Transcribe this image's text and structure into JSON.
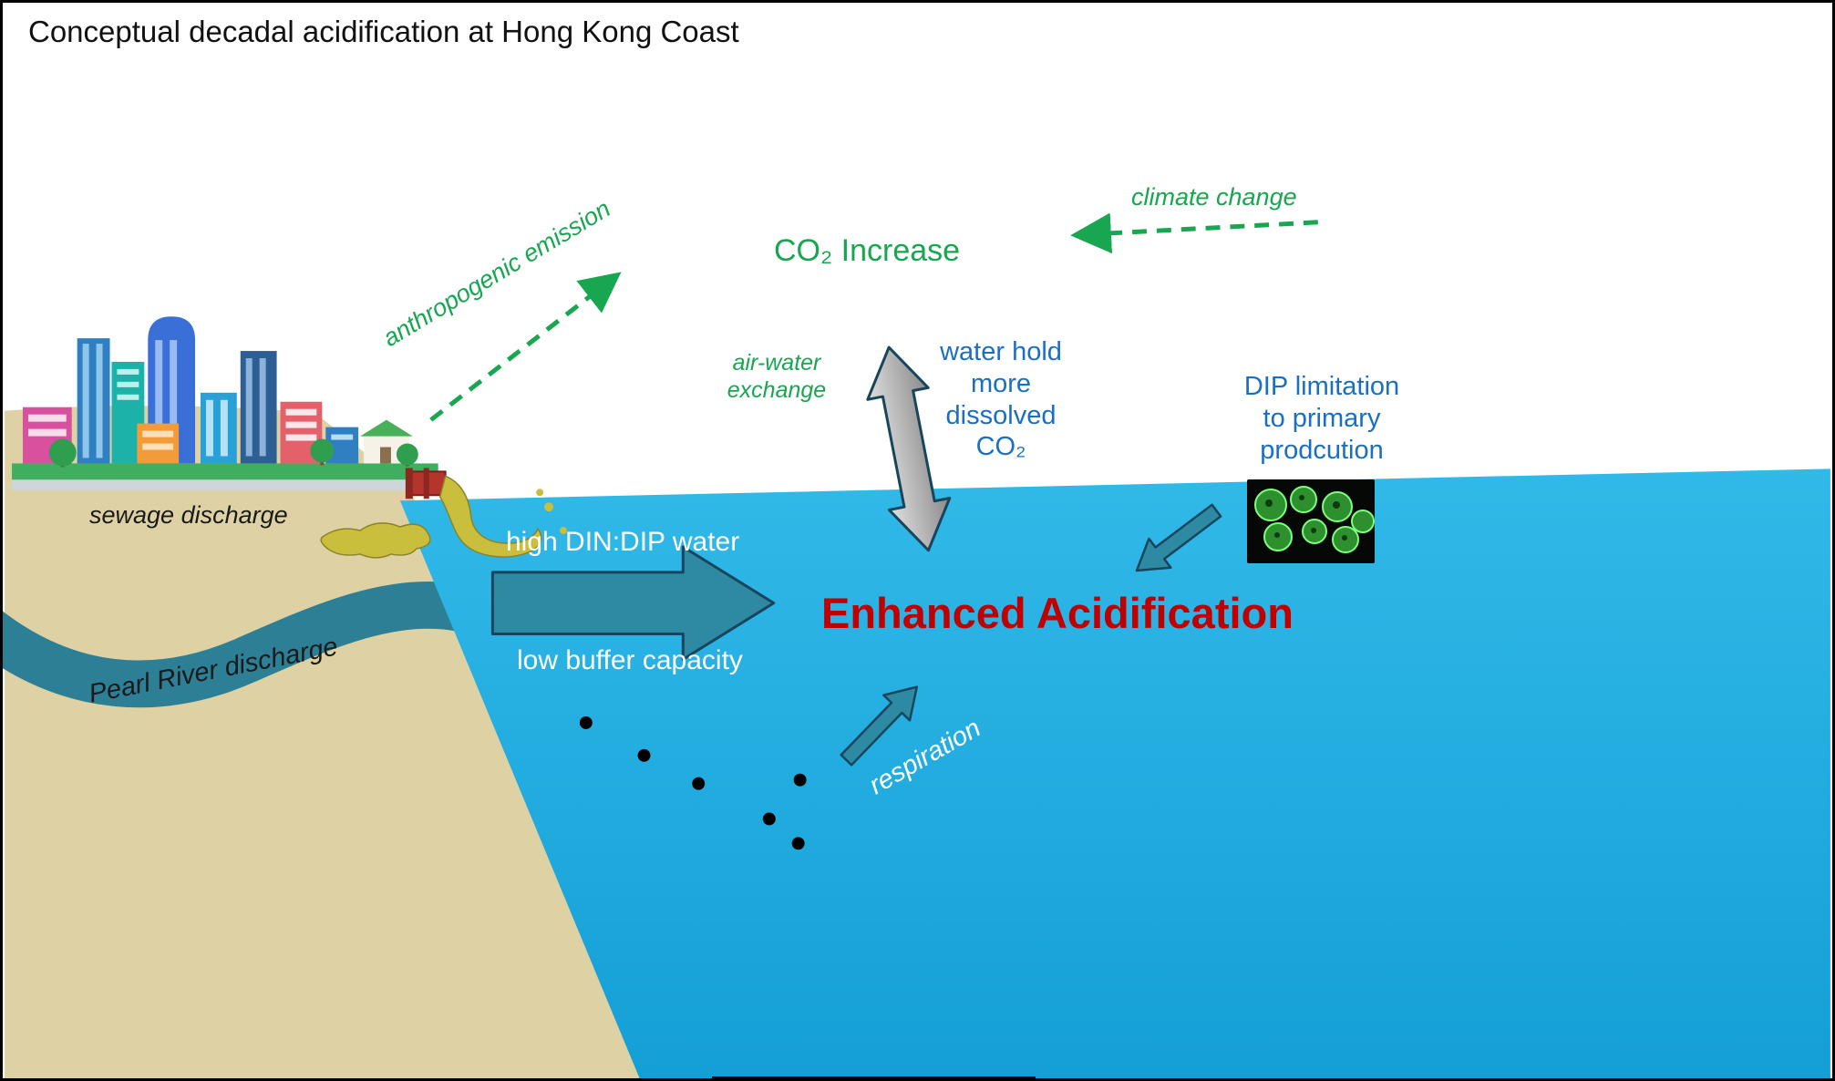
{
  "figure": {
    "title": "Conceptual decadal acidification at Hong Kong Coast"
  },
  "atmosphere": {
    "anthropogenic_emission": "anthropogenic emission",
    "climate_change": "climate change",
    "co2_increase": "CO₂ Increase",
    "air_water_exchange": [
      "air-water",
      "exchange"
    ]
  },
  "ocean": {
    "water_hold": [
      "water hold",
      "more",
      "dissolved",
      "CO₂"
    ],
    "dip_limitation": [
      "DIP limitation",
      "to primary",
      "prodcution"
    ],
    "high_din_dip": "high DIN:DIP water",
    "low_buffer": "low buffer capacity",
    "enhanced_acidification": "Enhanced Acidification",
    "respiration": "respiration"
  },
  "land": {
    "sewage_discharge": "sewage discharge",
    "pearl_river_discharge": "Pearl River discharge"
  },
  "colors": {
    "green": "#18a650",
    "blue": "#1a6fc2",
    "red": "#c00000",
    "water-top": "#31b9e8",
    "water-bottom": "#149fd6",
    "sand": "#ded2a4",
    "river": "#2d7f96",
    "arrow-fill": "#2e8aa2",
    "arrow-stroke": "#17455c"
  }
}
